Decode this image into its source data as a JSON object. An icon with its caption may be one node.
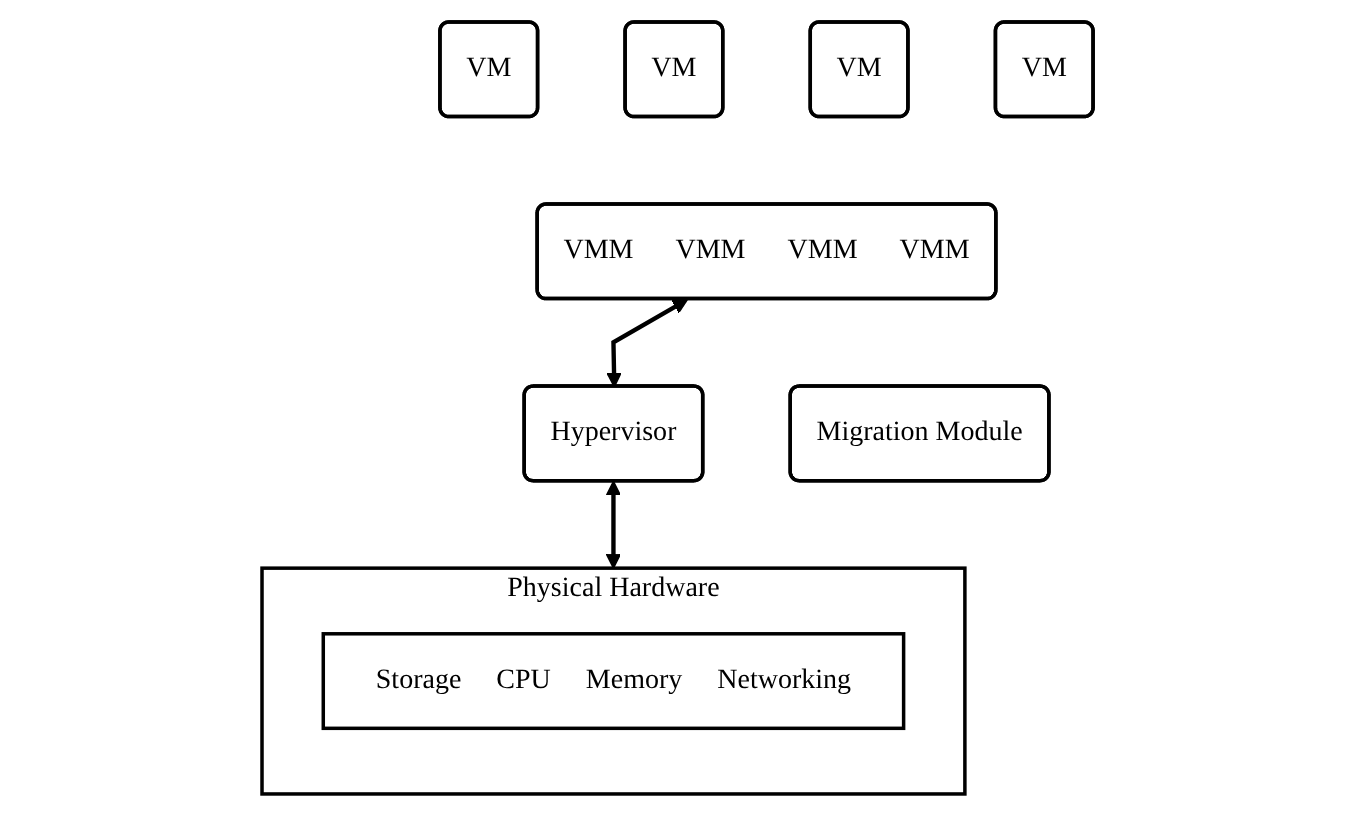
{
  "diagram": {
    "nodes": [
      {
        "text": [
          "VM"
        ]
      },
      {
        "text": [
          "VM"
        ]
      },
      {
        "text": [
          "VM"
        ]
      },
      {
        "text": [
          "VM"
        ]
      },
      {
        "text": [
          "VMM",
          "VMM",
          "VMM",
          "VMM"
        ]
      },
      {
        "text": [
          "Hypervisor"
        ]
      },
      {
        "text": [
          "Migration Module"
        ]
      },
      {
        "text": [
          "Physical Hardware"
        ]
      },
      {
        "text": [
          "Storage",
          "CPU",
          "Memory",
          "Networking"
        ],
        "in": 7
      }
    ],
    "edges": [
      {
        "from": 4,
        "to": 5,
        "arrow": "both"
      },
      {
        "from": 5,
        "to": 7,
        "arrow": "both"
      }
    ]
  }
}
